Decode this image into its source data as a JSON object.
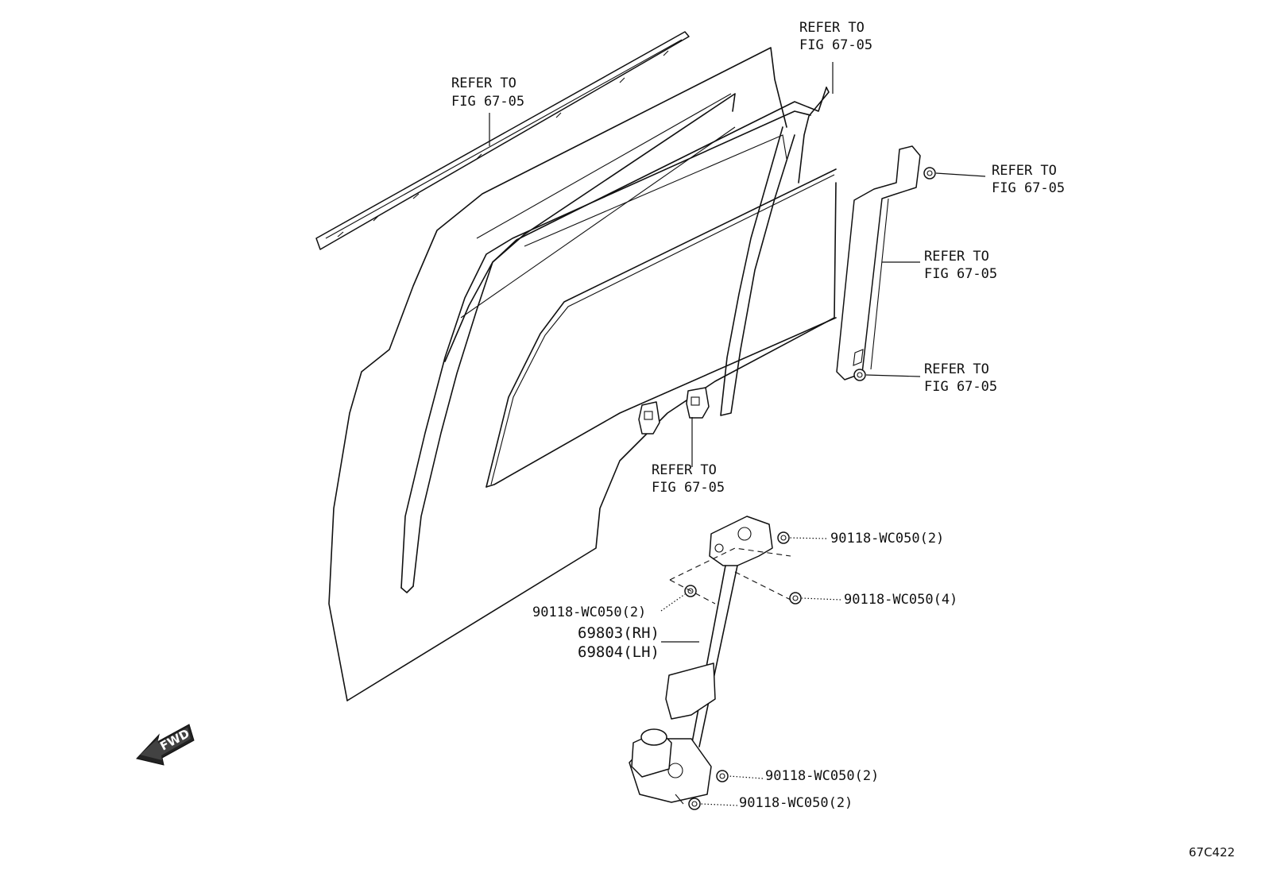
{
  "callouts": {
    "refer_belt_moulding": [
      "REFER TO",
      "FIG 67-05"
    ],
    "refer_top_frame": [
      "REFER TO",
      "FIG 67-05"
    ],
    "refer_channel_bolt_top": [
      "REFER TO",
      "FIG 67-05"
    ],
    "refer_channel": [
      "REFER TO",
      "FIG 67-05"
    ],
    "refer_channel_bolt_bottom": [
      "REFER TO",
      "FIG 67-05"
    ],
    "refer_glass_clips": [
      "REFER TO",
      "FIG 67-05"
    ]
  },
  "parts": {
    "regulator_rh": "69803(RH)",
    "regulator_lh": "69804(LH)",
    "bolt_upper_right": "90118-WC050(2)",
    "bolt_mid_right": "90118-WC050(4)",
    "bolt_left": "90118-WC050(2)",
    "bolt_motor_upper": "90118-WC050(2)",
    "bolt_motor_lower": "90118-WC050(2)"
  },
  "fwd_label": "FWD",
  "figure_code": "67C422"
}
